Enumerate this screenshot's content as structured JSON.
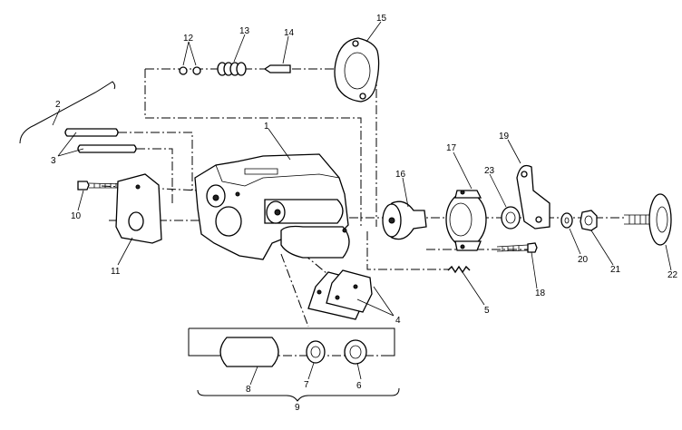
{
  "diagram": {
    "callouts": [
      {
        "id": "1",
        "text": "1"
      },
      {
        "id": "2",
        "text": "2"
      },
      {
        "id": "3",
        "text": "3"
      },
      {
        "id": "4",
        "text": "4"
      },
      {
        "id": "5",
        "text": "5"
      },
      {
        "id": "6",
        "text": "6"
      },
      {
        "id": "7",
        "text": "7"
      },
      {
        "id": "8",
        "text": "8"
      },
      {
        "id": "9",
        "text": "9"
      },
      {
        "id": "10",
        "text": "10"
      },
      {
        "id": "11",
        "text": "11"
      },
      {
        "id": "12",
        "text": "12"
      },
      {
        "id": "13",
        "text": "13"
      },
      {
        "id": "14",
        "text": "14"
      },
      {
        "id": "15",
        "text": "15"
      },
      {
        "id": "16",
        "text": "16"
      },
      {
        "id": "17",
        "text": "17"
      },
      {
        "id": "18",
        "text": "18"
      },
      {
        "id": "19",
        "text": "19"
      },
      {
        "id": "20",
        "text": "20"
      },
      {
        "id": "21",
        "text": "21"
      },
      {
        "id": "22",
        "text": "22"
      },
      {
        "id": "23",
        "text": "23"
      }
    ],
    "colors": {
      "ink": "#000000",
      "paper": "#ffffff"
    }
  }
}
